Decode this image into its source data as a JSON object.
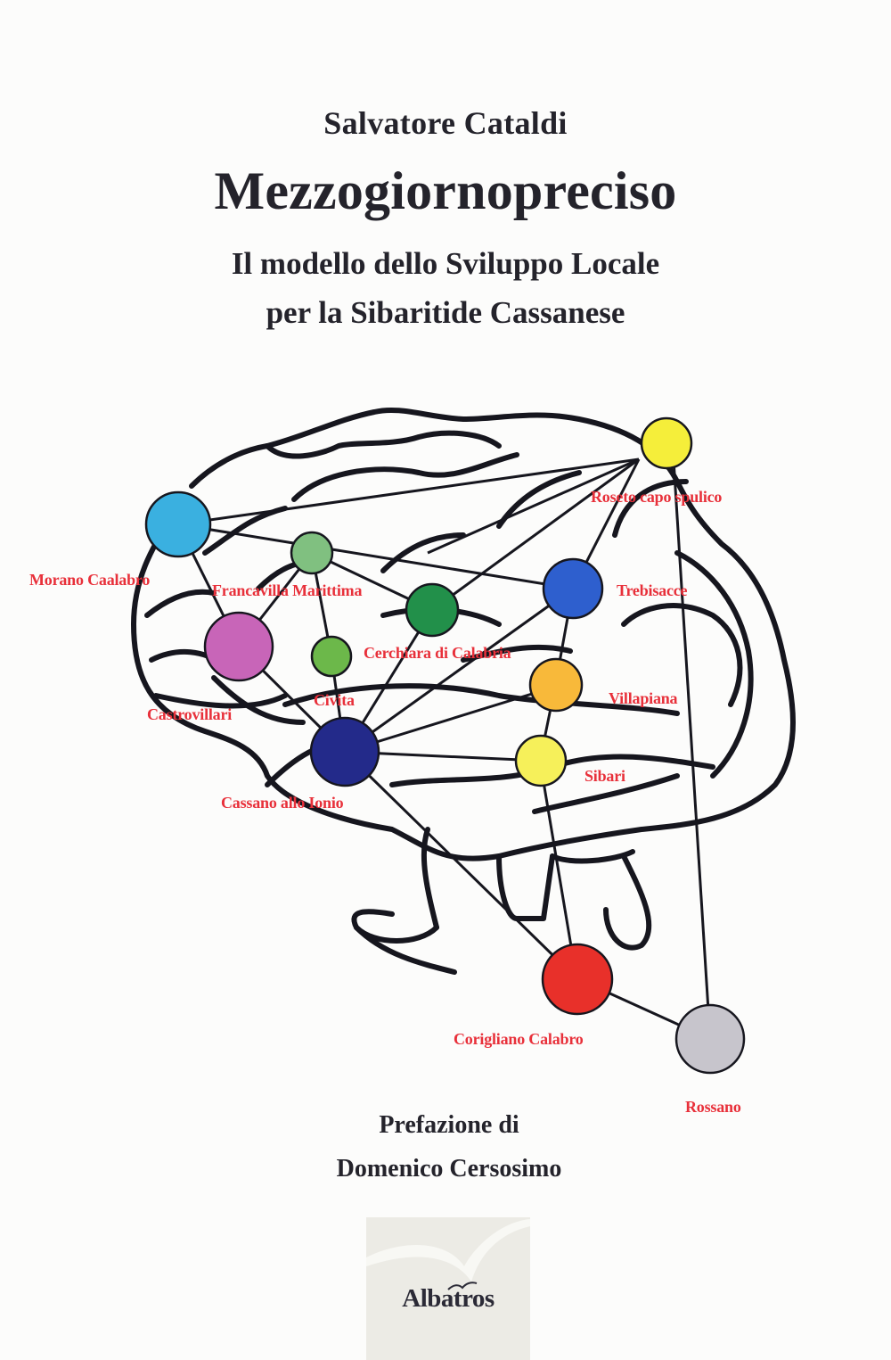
{
  "cover": {
    "author": "Salvatore Cataldi",
    "title": "Mezzogiornopreciso",
    "subtitle_line1": "Il modello dello Sviluppo Locale",
    "subtitle_line2": "per la Sibaritide Cassanese",
    "preface_line1": "Prefazione di",
    "preface_line2": "Domenico Cersosimo",
    "publisher": "Albatros"
  },
  "colors": {
    "background": "#fcfcfb",
    "title_text": "#24232b",
    "label_red": "#e8303a",
    "logo_box": "#ecebe5"
  },
  "diagram": {
    "nodes": [
      {
        "id": "morano",
        "label": "Morano Caalabro",
        "color": "#3ab0e0"
      },
      {
        "id": "francavilla",
        "label": "Francavilla Marittima",
        "color": "#80c080"
      },
      {
        "id": "castrovillari",
        "label": "Castrovillari",
        "color": "#c865b8"
      },
      {
        "id": "civita",
        "label": "Civita",
        "color": "#6cb84a"
      },
      {
        "id": "cerchiara",
        "label": "Cerchiara di Calabria",
        "color": "#22904a"
      },
      {
        "id": "cassano",
        "label": "Cassano allo Ionio",
        "color": "#232a8a"
      },
      {
        "id": "roseto",
        "label": "Roseto capo spulico",
        "color": "#f5ee3a"
      },
      {
        "id": "trebisacce",
        "label": "Trebisacce",
        "color": "#2e5fce"
      },
      {
        "id": "villapiana",
        "label": "Villapiana",
        "color": "#f8b93a"
      },
      {
        "id": "sibari",
        "label": "Sibari",
        "color": "#f6f05a"
      },
      {
        "id": "corigliano",
        "label": "Corigliano Calabro",
        "color": "#e8302a"
      },
      {
        "id": "rossano",
        "label": "Rossano",
        "color": "#c7c5cc"
      }
    ]
  }
}
